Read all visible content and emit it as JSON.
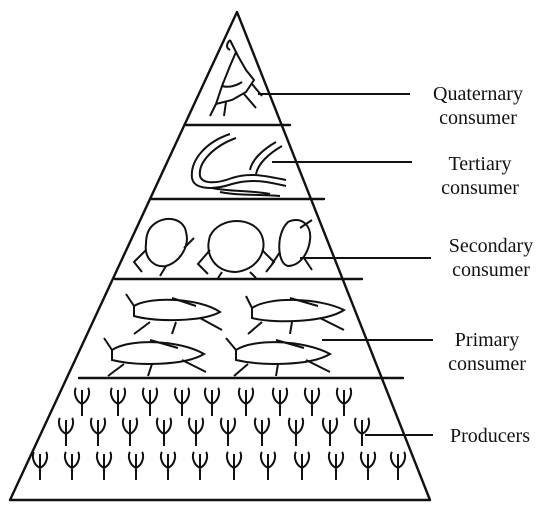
{
  "levels": [
    {
      "id": "quaternary",
      "line1": "Quaternary",
      "line2": "consumer"
    },
    {
      "id": "tertiary",
      "line1": "Tertiary",
      "line2": "consumer"
    },
    {
      "id": "secondary",
      "line1": "Secondary",
      "line2": "consumer"
    },
    {
      "id": "primary",
      "line1": "Primary",
      "line2": "consumer"
    },
    {
      "id": "producers",
      "line1": "Producers",
      "line2": ""
    }
  ],
  "colors": {
    "ink": "#111111",
    "background": "#ffffff"
  }
}
